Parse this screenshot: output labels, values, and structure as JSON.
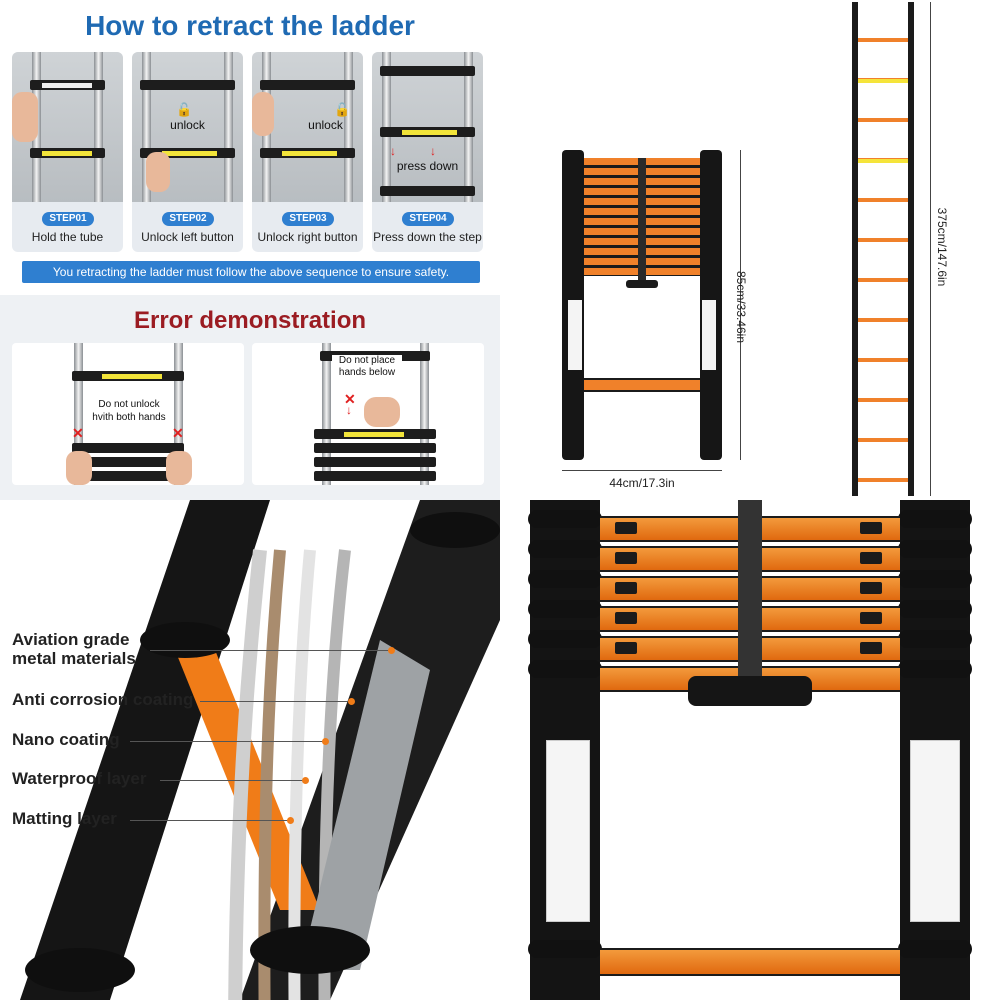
{
  "retract": {
    "title": "How to retract the ladder",
    "steps": [
      {
        "badge": "STEP01",
        "label": "Hold the tube",
        "note": ""
      },
      {
        "badge": "STEP02",
        "label": "Unlock left button",
        "note": "unlock"
      },
      {
        "badge": "STEP03",
        "label": "Unlock right button",
        "note": "unlock"
      },
      {
        "badge": "STEP04",
        "label": "Press down the step",
        "note": "press down"
      }
    ],
    "safety_note": "You retracting the ladder must follow  the above sequence to ensure safety."
  },
  "error": {
    "title": "Error demonstration",
    "cards": [
      {
        "note_line1": "Do not unlock",
        "note_line2": "hvith both hands"
      },
      {
        "note_line1": "Do not place",
        "note_line2": "hands below"
      }
    ]
  },
  "dimensions": {
    "height_retracted": "85cm/33.46in",
    "width": "44cm/17.3in",
    "height_extended": "375cm/147.6in"
  },
  "layers": {
    "items": [
      {
        "line1": "Aviation grade",
        "line2": "metal materials"
      },
      {
        "line1": "Anti corrosion coating",
        "line2": ""
      },
      {
        "line1": "Nano coating",
        "line2": ""
      },
      {
        "line1": "Waterproof layer",
        "line2": ""
      },
      {
        "line1": "Matting layer",
        "line2": ""
      }
    ]
  },
  "colors": {
    "accent_blue": "#2f7fd0",
    "title_red": "#9b1c22",
    "ladder_orange": "#f07c18",
    "ladder_black": "#1b1b1b"
  },
  "icons": [
    "padlock-icon",
    "arrow-down-icon",
    "cross-icon",
    "hand-icon"
  ]
}
